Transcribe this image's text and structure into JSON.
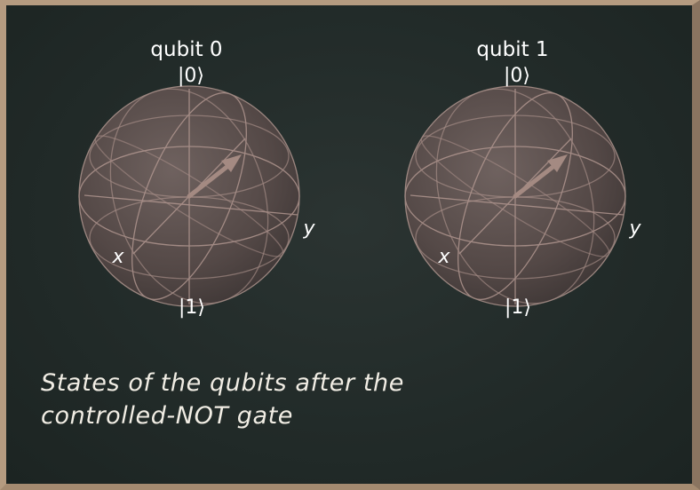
{
  "spheres": [
    {
      "title": "qubit 0",
      "labels": {
        "ket0": "|0⟩",
        "ket1": "|1⟩",
        "x": "x",
        "y": "y"
      }
    },
    {
      "title": "qubit 1",
      "labels": {
        "ket0": "|0⟩",
        "ket1": "|1⟩",
        "x": "x",
        "y": "y"
      }
    }
  ],
  "caption": {
    "line1": "States of the qubits after the",
    "line2": "controlled-NOT gate"
  },
  "colors": {
    "board": "#222b29",
    "sphere": "#6b5a57",
    "wire": "#b59a93",
    "arrow": "#a48a82",
    "text": "#ffffff"
  }
}
